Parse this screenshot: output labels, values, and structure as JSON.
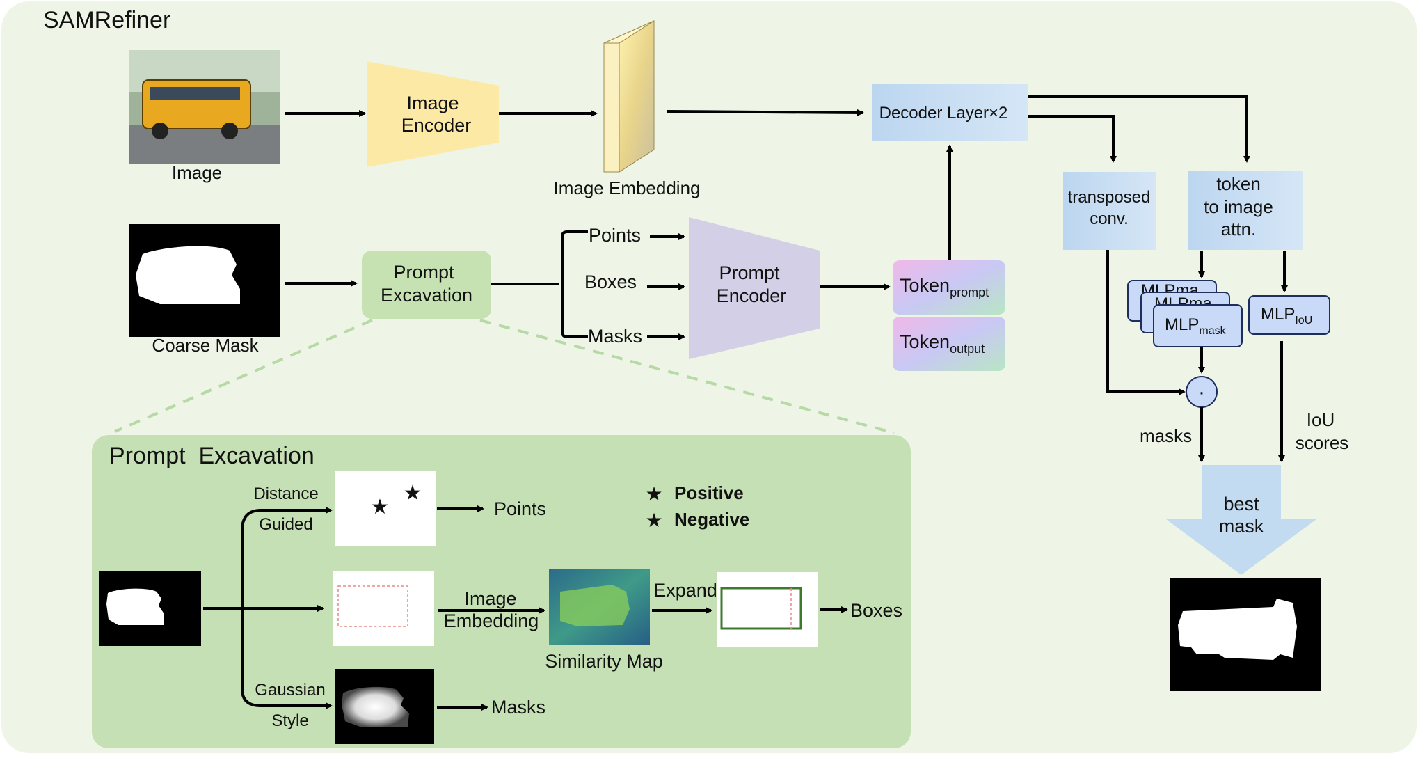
{
  "title": "SAMRefiner",
  "top": {
    "image_label": "Image",
    "image_encoder": [
      "Image",
      "Encoder"
    ],
    "image_embedding": "Image Embedding",
    "decoder": "Decoder Layer×2",
    "coarse_mask_label": "Coarse Mask",
    "prompt_excavation": [
      "Prompt",
      "Excavation"
    ],
    "prompts": [
      "Points",
      "Boxes",
      "Masks"
    ],
    "prompt_encoder": [
      "Prompt",
      "Encoder"
    ],
    "token_prompt": {
      "main": "Token",
      "sub": "prompt"
    },
    "token_output": {
      "main": "Token",
      "sub": "output"
    },
    "transposed_conv": [
      "transposed",
      "conv."
    ],
    "token_to_image": [
      "token",
      "to image",
      "attn."
    ],
    "mlp_mask": {
      "main": "MLP",
      "sub": "mask",
      "stack_text": "MLPma"
    },
    "mlp_iou": {
      "main": "MLP",
      "sub": "IoU"
    },
    "dot_op": "·",
    "masks_label": "masks",
    "iou_scores": [
      "IoU",
      "scores"
    ],
    "best_mask": [
      "best",
      "mask"
    ]
  },
  "panel": {
    "title": "Prompt  Excavation",
    "distance_guided": [
      "Distance",
      "Guided"
    ],
    "gaussian_style": [
      "Gaussian",
      "Style"
    ],
    "points": "Points",
    "boxes": "Boxes",
    "masks": "Masks",
    "legend": {
      "positive": "Positive",
      "negative": "Negative",
      "positive_color": "#6aa84f",
      "negative_color": "#cc0000"
    },
    "image_embedding": [
      "Image",
      "Embedding"
    ],
    "similarity_map": "Similarity Map",
    "expand": "Expand"
  },
  "colors": {
    "background": "#eef5e6",
    "panel": "#c5e0b4",
    "encoder": "#fce9a6",
    "decoder": "#c3dbf1",
    "prompt_encoder": "#d3cfe6",
    "excavation": "#c6e2b3",
    "mlp": "#c9daf8",
    "mlp_border": "#1f2e5c"
  }
}
